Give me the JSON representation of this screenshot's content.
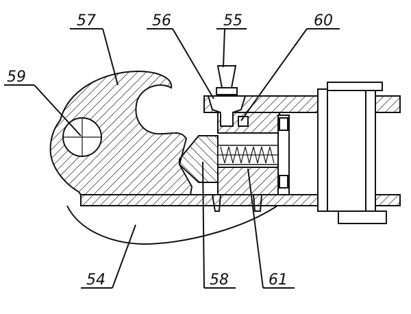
{
  "labels": {
    "l54": "54",
    "l55": "55",
    "l56": "56",
    "l57": "57",
    "l58": "58",
    "l59": "59",
    "l60": "60",
    "l61": "61"
  }
}
